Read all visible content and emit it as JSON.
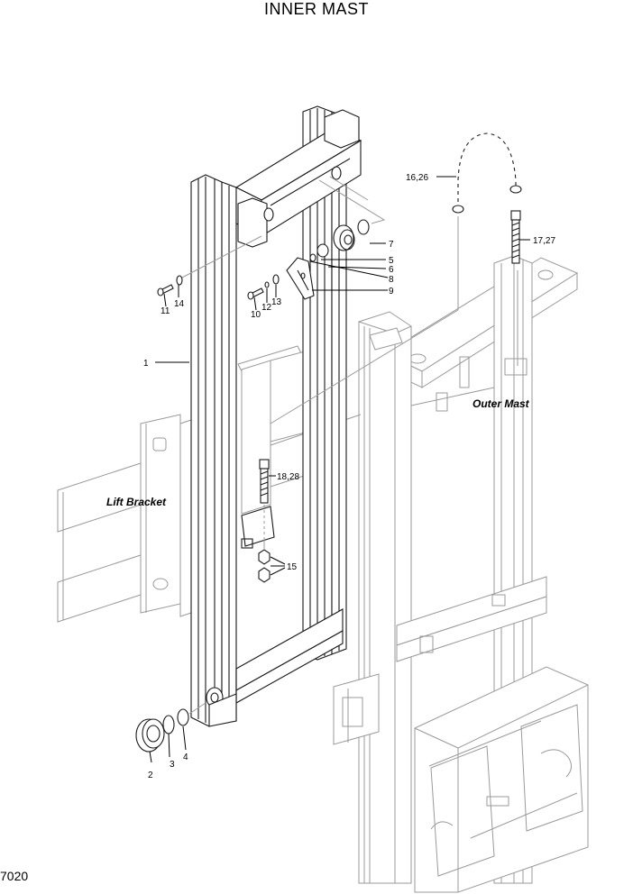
{
  "title": "INNER MAST",
  "page_number": "7020",
  "assembly_labels": {
    "outer_mast": "Outer Mast",
    "lift_bracket": "Lift Bracket"
  },
  "callouts": [
    "1",
    "2",
    "3",
    "4",
    "5",
    "6",
    "7",
    "8",
    "9",
    "10",
    "11",
    "12",
    "13",
    "14",
    "15",
    "16,26",
    "17,27",
    "18,28"
  ]
}
